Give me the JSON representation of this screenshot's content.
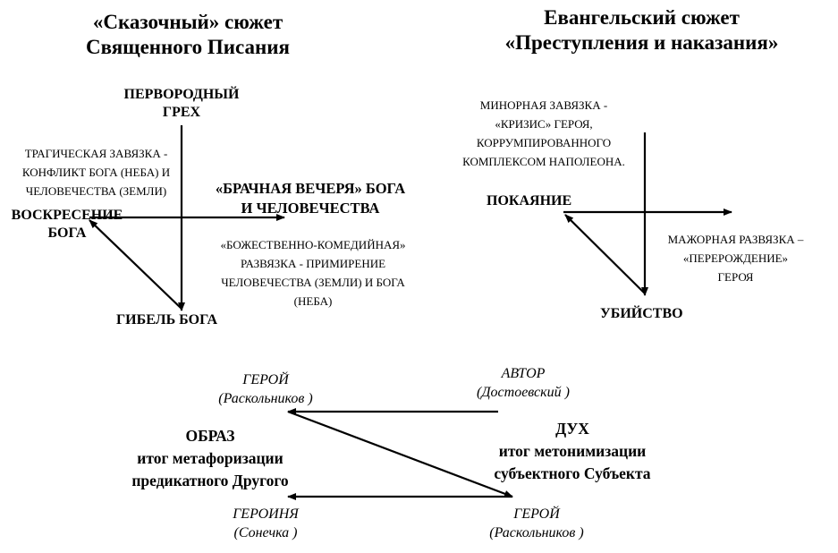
{
  "left_title": {
    "line1": "«Сказочный» сюжет",
    "line2": "Священного Писания"
  },
  "right_title": {
    "line1": "Евангельский сюжет",
    "line2": "«Преступления и наказания»"
  },
  "left_diagram": {
    "top_label": {
      "line1": "ПЕРВОРОДНЫЙ",
      "line2": "ГРЕХ"
    },
    "tragic_tie": {
      "line1": "ТРАГИЧЕСКАЯ ЗАВЯЗКА  -",
      "line2": "КОНФЛИКТ БОГА (НЕБА) И",
      "line3": "ЧЕЛОВЕЧЕСТВА (ЗЕМЛИ)"
    },
    "feast": {
      "line1": "«БРАЧНАЯ ВЕЧЕРЯ» БОГА",
      "line2": "И ЧЕЛОВЕЧЕСТВА"
    },
    "resurrection": {
      "line1": "ВОСКРЕСЕНИЕ",
      "line2": "БОГА"
    },
    "comic_resolution": {
      "line1": "«БОЖЕСТВЕННО-КОМЕДИЙНАЯ»",
      "line2": "РАЗВЯЗКА - ПРИМИРЕНИЕ",
      "line3": "ЧЕЛОВЕЧЕСТВА (ЗЕМЛИ) И БОГА",
      "line4": "(НЕБА)"
    },
    "death": "ГИБЕЛЬ БОГА"
  },
  "right_diagram": {
    "minor_tie": {
      "line1": "МИНОРНАЯ ЗАВЯЗКА -",
      "line2": "«КРИЗИС»  ГЕРОЯ,",
      "line3": "КОРРУМПИРОВАННОГО",
      "line4": "КОМПЛЕКСОМ  НАПОЛЕОНА."
    },
    "repentance": "ПОКАЯНИЕ",
    "major_resolution": {
      "line1": "МАЖОРНАЯ РАЗВЯЗКА –",
      "line2": "«ПЕРЕРОЖДЕНИЕ»",
      "line3": "ГЕРОЯ"
    },
    "murder": "УБИЙСТВО"
  },
  "bottom_diagram": {
    "hero_top": {
      "line1": "ГЕРОЙ",
      "line2": "(Раскольников )"
    },
    "author": {
      "line1": "АВТОР",
      "line2": "(Достоевский )"
    },
    "image_block": {
      "line1": "ОБРАЗ",
      "line2": "итог метафоризации",
      "line3": "предикатного Другого"
    },
    "spirit_block": {
      "line1": "ДУХ",
      "line2": "итог метонимизации",
      "line3": "субъектного  Субъекта"
    },
    "heroine": {
      "line1": "ГЕРОИНЯ",
      "line2": "(Сонечка )"
    },
    "hero_bottom": {
      "line1": "ГЕРОЙ",
      "line2": "(Раскольников )"
    }
  }
}
